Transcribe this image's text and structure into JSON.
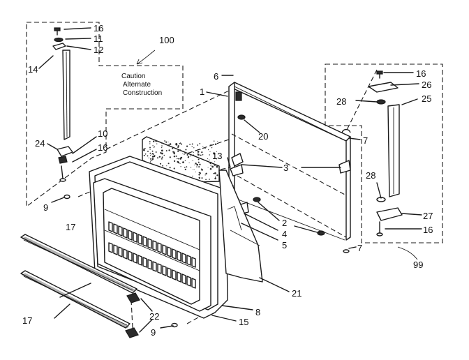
{
  "caution_note": {
    "line1": "Caution",
    "line2": "Alternate",
    "line3": "Construction"
  },
  "callouts": {
    "c100": "100",
    "c99": "99",
    "c1": "1",
    "c2": "2",
    "c3": "3",
    "c4": "4",
    "c5": "5",
    "c6": "6",
    "c7a": "7",
    "c7b": "7",
    "c8": "8",
    "c9a": "9",
    "c9b": "9",
    "c10": "10",
    "c11": "11",
    "c12": "12",
    "c13": "13",
    "c14": "14",
    "c15": "15",
    "c16a": "16",
    "c16b": "16",
    "c16c": "16",
    "c16d": "16",
    "c17a": "17",
    "c17b": "17",
    "c20": "20",
    "c21": "21",
    "c22": "22",
    "c24": "24",
    "c25": "25",
    "c26": "26",
    "c27": "27",
    "c28a": "28",
    "c28b": "28"
  }
}
